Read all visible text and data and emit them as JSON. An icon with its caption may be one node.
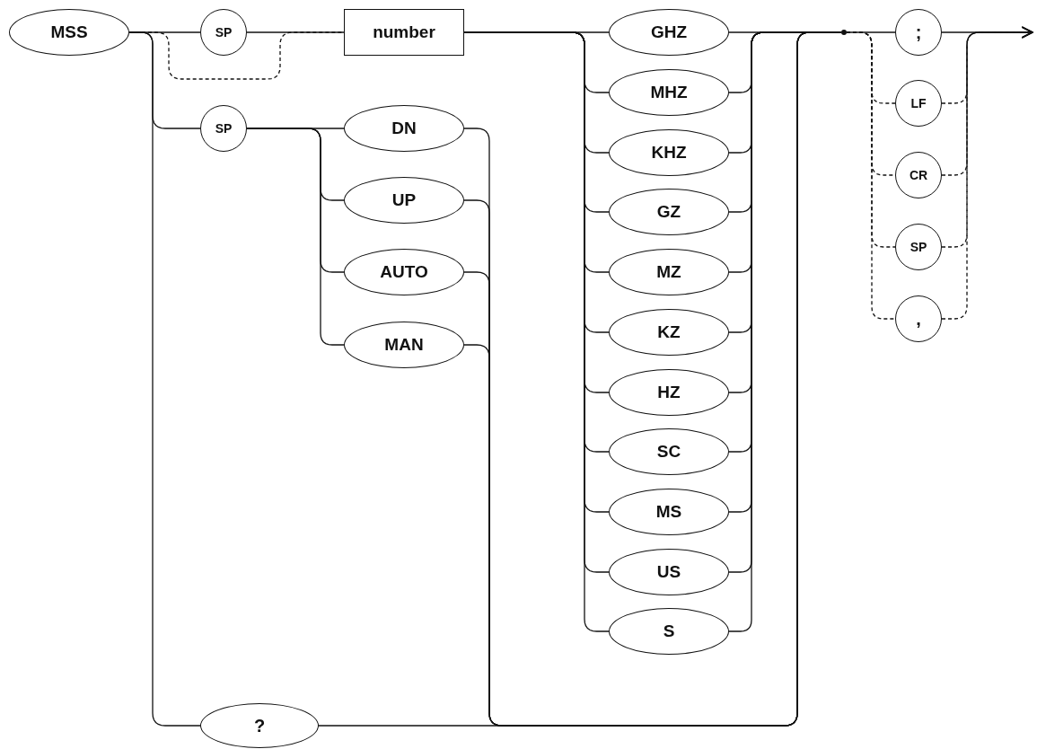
{
  "diagram": {
    "nodes": [
      {
        "text": [
          "MSS"
        ]
      },
      {
        "text": [
          "SP"
        ]
      },
      {
        "text": [
          "number"
        ]
      },
      {
        "text": [
          "GHZ"
        ]
      },
      {
        "text": [
          "MHZ"
        ]
      },
      {
        "text": [
          "KHZ"
        ]
      },
      {
        "text": [
          "GZ"
        ]
      },
      {
        "text": [
          "MZ"
        ]
      },
      {
        "text": [
          "KZ"
        ]
      },
      {
        "text": [
          "HZ"
        ]
      },
      {
        "text": [
          "SC"
        ]
      },
      {
        "text": [
          "MS"
        ]
      },
      {
        "text": [
          "US"
        ]
      },
      {
        "text": [
          "S"
        ]
      },
      {
        "text": [
          "SP"
        ]
      },
      {
        "text": [
          "DN"
        ]
      },
      {
        "text": [
          "UP"
        ]
      },
      {
        "text": [
          "AUTO"
        ]
      },
      {
        "text": [
          "MAN"
        ]
      },
      {
        "text": [
          "?"
        ]
      },
      {
        "text": [
          ";"
        ]
      },
      {
        "text": [
          "LF"
        ]
      },
      {
        "text": [
          "CR"
        ]
      },
      {
        "text": [
          "SP"
        ]
      },
      {
        "text": [
          ","
        ]
      },
      {
        "text": [],
        "shape": "dot"
      }
    ],
    "edges": [
      {
        "from": 0,
        "to": 1,
        "arrow": "none"
      },
      {
        "from": 0,
        "to": 2,
        "arrow": "none",
        "style": "dashed"
      },
      {
        "from": 1,
        "to": 2,
        "arrow": "none"
      },
      {
        "from": 0,
        "to": 14,
        "arrow": "none"
      },
      {
        "from": 0,
        "to": 19,
        "arrow": "none"
      },
      {
        "from": 14,
        "to": 15,
        "arrow": "none"
      },
      {
        "from": 14,
        "to": 16,
        "arrow": "none"
      },
      {
        "from": 14,
        "to": 17,
        "arrow": "none"
      },
      {
        "from": 14,
        "to": 18,
        "arrow": "none"
      },
      {
        "from": 2,
        "to": 3,
        "arrow": "none"
      },
      {
        "from": 2,
        "to": 4,
        "arrow": "none"
      },
      {
        "from": 2,
        "to": 5,
        "arrow": "none"
      },
      {
        "from": 2,
        "to": 6,
        "arrow": "none"
      },
      {
        "from": 2,
        "to": 7,
        "arrow": "none"
      },
      {
        "from": 2,
        "to": 8,
        "arrow": "none"
      },
      {
        "from": 2,
        "to": 9,
        "arrow": "none"
      },
      {
        "from": 2,
        "to": 10,
        "arrow": "none"
      },
      {
        "from": 2,
        "to": 11,
        "arrow": "none"
      },
      {
        "from": 2,
        "to": 12,
        "arrow": "none"
      },
      {
        "from": 2,
        "to": 13,
        "arrow": "none"
      },
      {
        "from": 3,
        "to": 25,
        "arrow": "none"
      },
      {
        "from": 4,
        "to": 25,
        "arrow": "none"
      },
      {
        "from": 5,
        "to": 25,
        "arrow": "none"
      },
      {
        "from": 6,
        "to": 25,
        "arrow": "none"
      },
      {
        "from": 7,
        "to": 25,
        "arrow": "none"
      },
      {
        "from": 8,
        "to": 25,
        "arrow": "none"
      },
      {
        "from": 9,
        "to": 25,
        "arrow": "none"
      },
      {
        "from": 10,
        "to": 25,
        "arrow": "none"
      },
      {
        "from": 11,
        "to": 25,
        "arrow": "none"
      },
      {
        "from": 12,
        "to": 25,
        "arrow": "none"
      },
      {
        "from": 13,
        "to": 25,
        "arrow": "none"
      },
      {
        "from": 15,
        "to": 25,
        "arrow": "none"
      },
      {
        "from": 16,
        "to": 25,
        "arrow": "none"
      },
      {
        "from": 17,
        "to": 25,
        "arrow": "none"
      },
      {
        "from": 18,
        "to": 25,
        "arrow": "none"
      },
      {
        "from": 19,
        "to": 25,
        "arrow": "none"
      },
      {
        "from": 25,
        "to": 20,
        "arrow": "none"
      },
      {
        "from": 25,
        "to": 21,
        "arrow": "none",
        "style": "dashed"
      },
      {
        "from": 25,
        "to": 22,
        "arrow": "none",
        "style": "dashed"
      },
      {
        "from": 25,
        "to": 23,
        "arrow": "none",
        "style": "dashed"
      },
      {
        "from": 25,
        "to": 24,
        "arrow": "none",
        "style": "dashed"
      },
      {
        "from": 20,
        "to": null,
        "arrow": "to"
      },
      {
        "from": 21,
        "to": null,
        "arrow": "to",
        "style": "dashed"
      },
      {
        "from": 22,
        "to": null,
        "arrow": "to",
        "style": "dashed"
      },
      {
        "from": 23,
        "to": null,
        "arrow": "to",
        "style": "dashed"
      },
      {
        "from": 24,
        "to": null,
        "arrow": "to",
        "style": "dashed"
      }
    ]
  }
}
